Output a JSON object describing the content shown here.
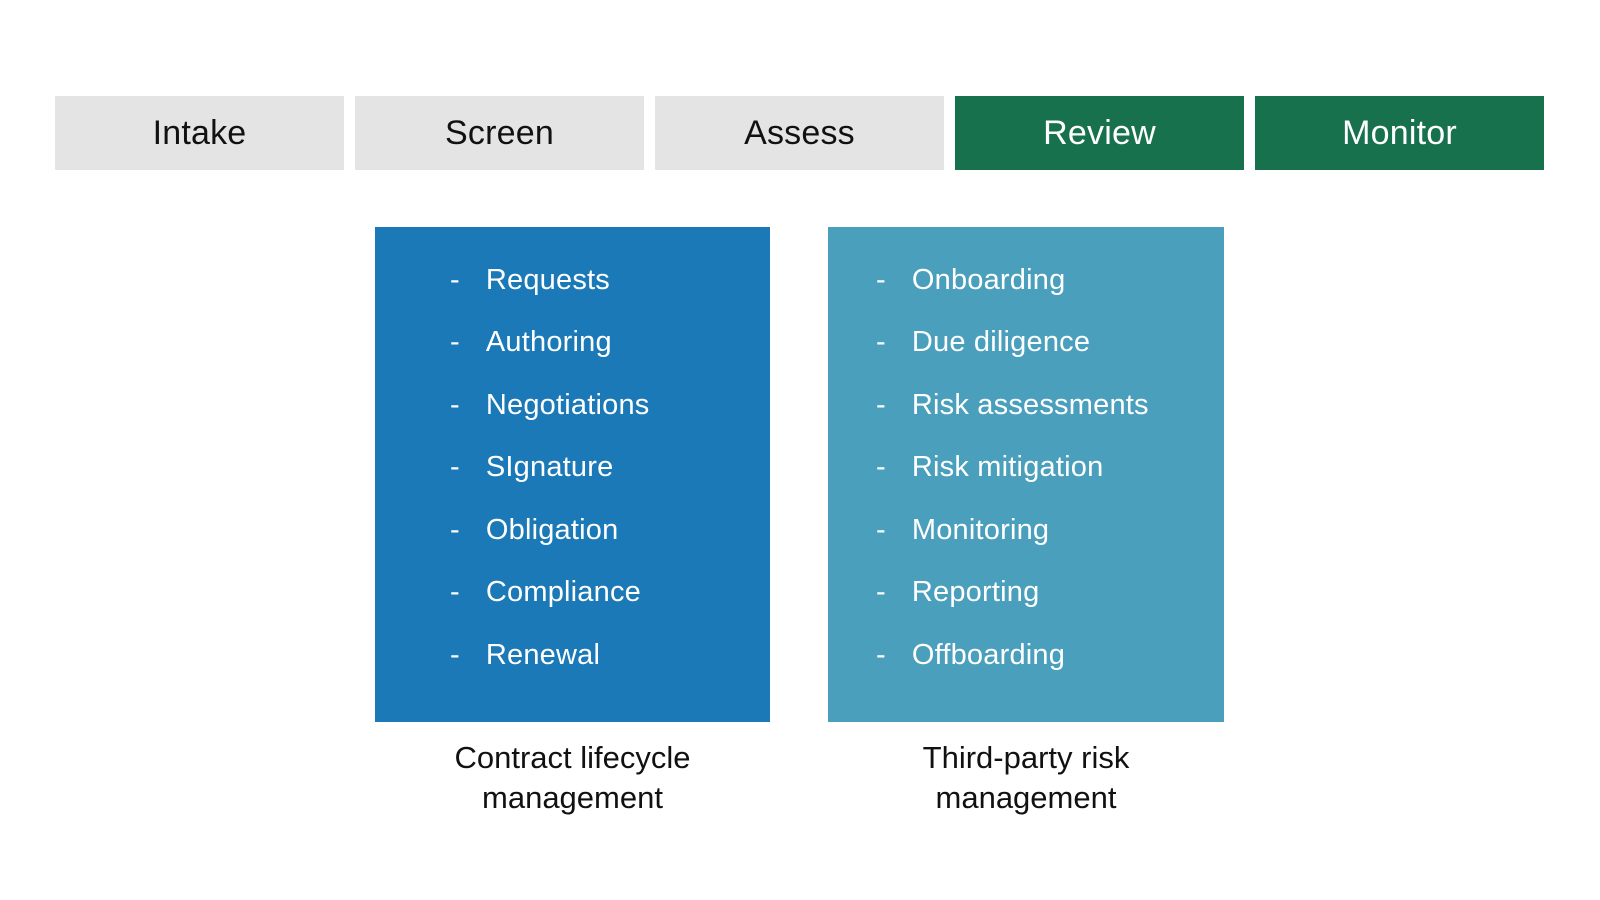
{
  "stages": [
    {
      "label": "Intake",
      "state": "inactive"
    },
    {
      "label": "Screen",
      "state": "inactive"
    },
    {
      "label": "Assess",
      "state": "inactive"
    },
    {
      "label": "Review",
      "state": "active"
    },
    {
      "label": "Monitor",
      "state": "active"
    }
  ],
  "bullet_char": "-",
  "panels": [
    {
      "id": "clm",
      "title": "Contract lifecycle management",
      "items": [
        "Requests",
        "Authoring",
        "Negotiations",
        "SIgnature",
        "Obligation",
        "Compliance",
        "Renewal"
      ]
    },
    {
      "id": "tprm",
      "title": "Third-party risk management",
      "items": [
        "Onboarding",
        "Due diligence",
        "Risk assessments",
        "Risk mitigation",
        "Monitoring",
        "Reporting",
        "Offboarding"
      ]
    }
  ],
  "colors": {
    "stage_inactive": "#e4e4e4",
    "stage_active": "#17714d",
    "clm_box": "#1b79b7",
    "tprm_box": "#4a9fbc",
    "text_dark": "#111111",
    "text_light": "#ffffff"
  }
}
